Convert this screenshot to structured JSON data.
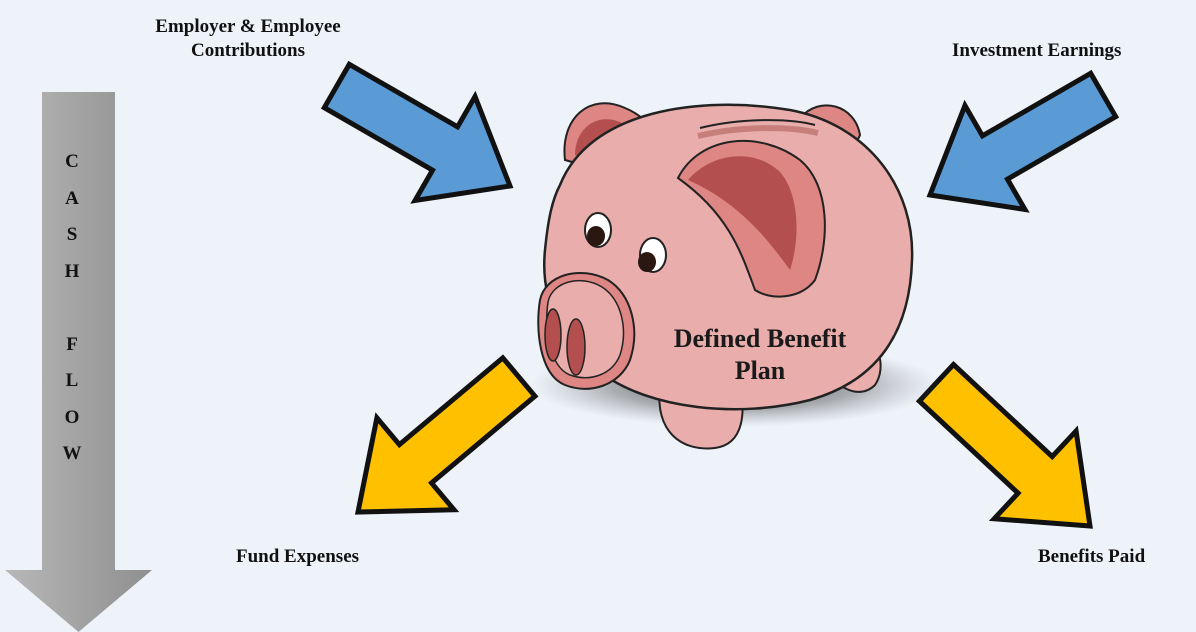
{
  "labels": {
    "contributions_line1": "Employer & Employee",
    "contributions_line2": "Contributions",
    "investment": "Investment Earnings",
    "fund_expenses": "Fund Expenses",
    "benefits_paid": "Benefits Paid",
    "plan_line1": "Defined Benefit",
    "plan_line2": "Plan"
  },
  "cash_flow_letters": [
    "C",
    "A",
    "S",
    "H",
    "",
    "F",
    "L",
    "O",
    "W"
  ],
  "colors": {
    "background": "#eef3fa",
    "inflow_arrow": "#5b9bd5",
    "outflow_arrow": "#ffc000",
    "cash_flow_arrow": "#a6a6a6",
    "pig_body": "#e9adab",
    "pig_dark": "#b3504f",
    "pig_mid": "#dd8683"
  },
  "icons": {
    "central": "piggy-bank-icon"
  }
}
